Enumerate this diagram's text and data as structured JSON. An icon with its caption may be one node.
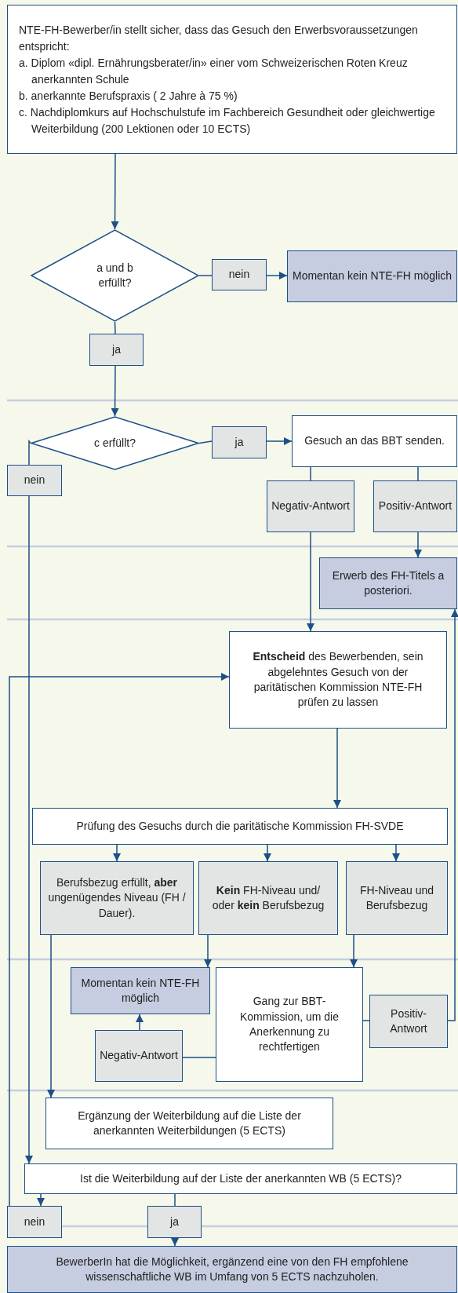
{
  "diagram": {
    "nodes": [
      {
        "text": [
          "NTE-FH-Bewerber/in stellt sicher, dass das Gesuch den Erwerbsvoraussetzungen entspricht:",
          "a. Diplom «dipl. Ernährungsberater/in» einer vom Schweizerischen Roten Kreuz anerkannten Schule",
          "b. anerkannte Berufspraxis ( 2 Jahre à 75 %)",
          "c. Nachdiplomkurs auf Hochschulstufe im Fachbereich Gesundheit oder gleichwertige Weiterbildung (200 Lektionen oder 10 ECTS)"
        ]
      },
      {
        "text": [
          "a und b erfüllt?"
        ]
      },
      {
        "text": [
          "nein"
        ]
      },
      {
        "text": [
          "Momentan kein NTE-FH möglich"
        ]
      },
      {
        "text": [
          "ja"
        ]
      },
      {
        "text": [
          "c erfüllt?"
        ]
      },
      {
        "text": [
          "ja"
        ]
      },
      {
        "text": [
          "Gesuch an das BBT senden."
        ]
      },
      {
        "text": [
          "nein"
        ]
      },
      {
        "text": [
          "Negativ-Antwort"
        ]
      },
      {
        "text": [
          "Positiv-Antwort"
        ]
      },
      {
        "text": [
          "Erwerb des FH-Titels a posteriori."
        ]
      },
      {
        "text": [
          "**Entscheid** des Bewerbenden, sein abgelehntes Gesuch von der paritätischen Kommission NTE-FH prüfen zu lassen"
        ]
      },
      {
        "text": [
          "Prüfung des Gesuchs durch die paritätische Kommission FH-SVDE"
        ]
      },
      {
        "text": [
          "Berufsbezug erfüllt, **aber** ungenügendes Niveau (FH / Dauer)."
        ]
      },
      {
        "text": [
          "**Kein** FH-Niveau und/ oder **kein** Berufsbezug"
        ]
      },
      {
        "text": [
          "FH-Niveau und Berufsbezug"
        ]
      },
      {
        "text": [
          "Momentan kein NTE-FH möglich"
        ]
      },
      {
        "text": [
          "Gang zur BBT-Kommission, um die Anerkennung zu rechtfertigen"
        ]
      },
      {
        "text": [
          "Negativ-Antwort"
        ]
      },
      {
        "text": [
          "Positiv-Antwort"
        ]
      },
      {
        "text": [
          "Ergänzung der Weiterbildung auf die Liste der anerkannten Weiterbildungen (5 ECTS)"
        ]
      },
      {
        "text": [
          "Ist die Weiterbildung auf der Liste der anerkannten WB (5 ECTS)?"
        ]
      },
      {
        "text": [
          "nein"
        ]
      },
      {
        "text": [
          "ja"
        ]
      },
      {
        "text": [
          "BewerberIn hat die Möglichkeit, ergänzend eine von den FH empfohlene wissenschaftliche WB im Umfang von 5 ECTS nachzuholen."
        ]
      }
    ],
    "edges": [
      {
        "from": 0,
        "to": 1,
        "arrow": "to"
      },
      {
        "from": 1,
        "to": 2,
        "arrow": "none"
      },
      {
        "from": 2,
        "to": 3,
        "arrow": "to"
      },
      {
        "from": 1,
        "to": 4,
        "arrow": "none"
      },
      {
        "from": 4,
        "to": 5,
        "arrow": "to"
      },
      {
        "from": 5,
        "to": 6,
        "arrow": "none"
      },
      {
        "from": 6,
        "to": 7,
        "arrow": "to"
      },
      {
        "from": 5,
        "to": 8,
        "arrow": "none"
      },
      {
        "from": 7,
        "to": 9,
        "arrow": "none"
      },
      {
        "from": 7,
        "to": 10,
        "arrow": "none"
      },
      {
        "from": 10,
        "to": 11,
        "arrow": "to"
      },
      {
        "from": 9,
        "to": 12,
        "arrow": "to"
      },
      {
        "from": 8,
        "to": 22,
        "arrow": "to"
      },
      {
        "from": 23,
        "to": 12,
        "arrow": "to"
      },
      {
        "from": 12,
        "to": 13,
        "arrow": "to"
      },
      {
        "from": 13,
        "to": 14,
        "arrow": "to"
      },
      {
        "from": 13,
        "to": 15,
        "arrow": "to"
      },
      {
        "from": 13,
        "to": 16,
        "arrow": "to"
      },
      {
        "from": 14,
        "to": 21,
        "arrow": "to"
      },
      {
        "from": 15,
        "to": 17,
        "arrow": "to"
      },
      {
        "from": 16,
        "to": 18,
        "arrow": "to"
      },
      {
        "from": 18,
        "to": 19,
        "arrow": "none"
      },
      {
        "from": 19,
        "to": 17,
        "arrow": "to"
      },
      {
        "from": 18,
        "to": 20,
        "arrow": "none"
      },
      {
        "from": 20,
        "to": 11,
        "arrow": "to"
      },
      {
        "from": 22,
        "to": 23,
        "arrow": "to"
      },
      {
        "from": 22,
        "to": 24,
        "arrow": "none"
      },
      {
        "from": 24,
        "to": 25,
        "arrow": "to"
      }
    ]
  }
}
